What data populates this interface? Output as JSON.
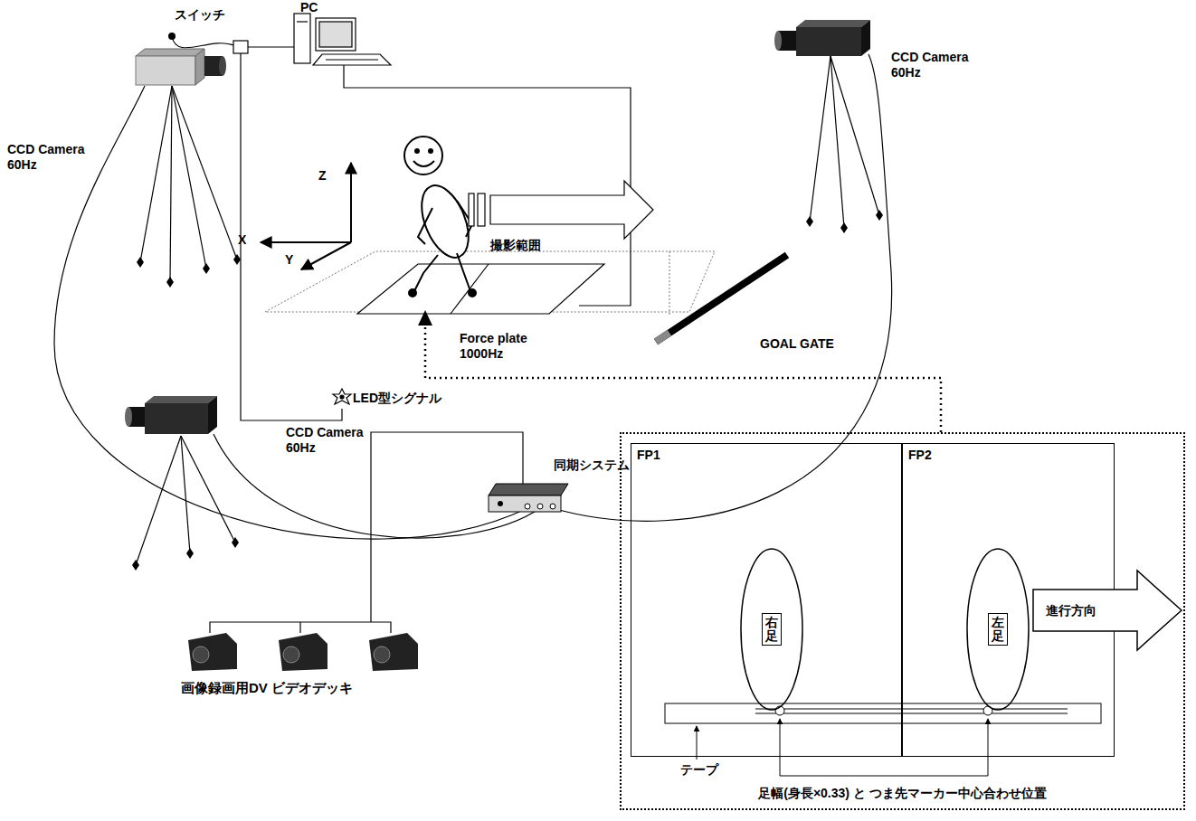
{
  "diagram": {
    "nodes": [
      {
        "text": [
          "足幅(身長×0.33) と つま先マーカー中心合わせ位置"
        ]
      },
      {
        "text": [
          "FP1"
        ],
        "in": 0
      },
      {
        "text": [
          "右足"
        ],
        "in": 1
      },
      {
        "text": [
          "FP2"
        ],
        "in": 0
      },
      {
        "text": [
          "左足"
        ],
        "in": 3
      },
      {
        "text": [
          "進行方向"
        ],
        "in": 0
      }
    ],
    "labels": [
      "スイッチ",
      "PC",
      "CCD Camera 60Hz",
      "CCD Camera 60Hz",
      "Z",
      "X",
      "Y",
      "撮影範囲",
      "Force plate 1000Hz",
      "GOAL GATE",
      "LED型シグナル",
      "CCD Camera 60Hz",
      "同期システム",
      "画像録画用DV ビデオデッキ",
      "テープ"
    ]
  }
}
